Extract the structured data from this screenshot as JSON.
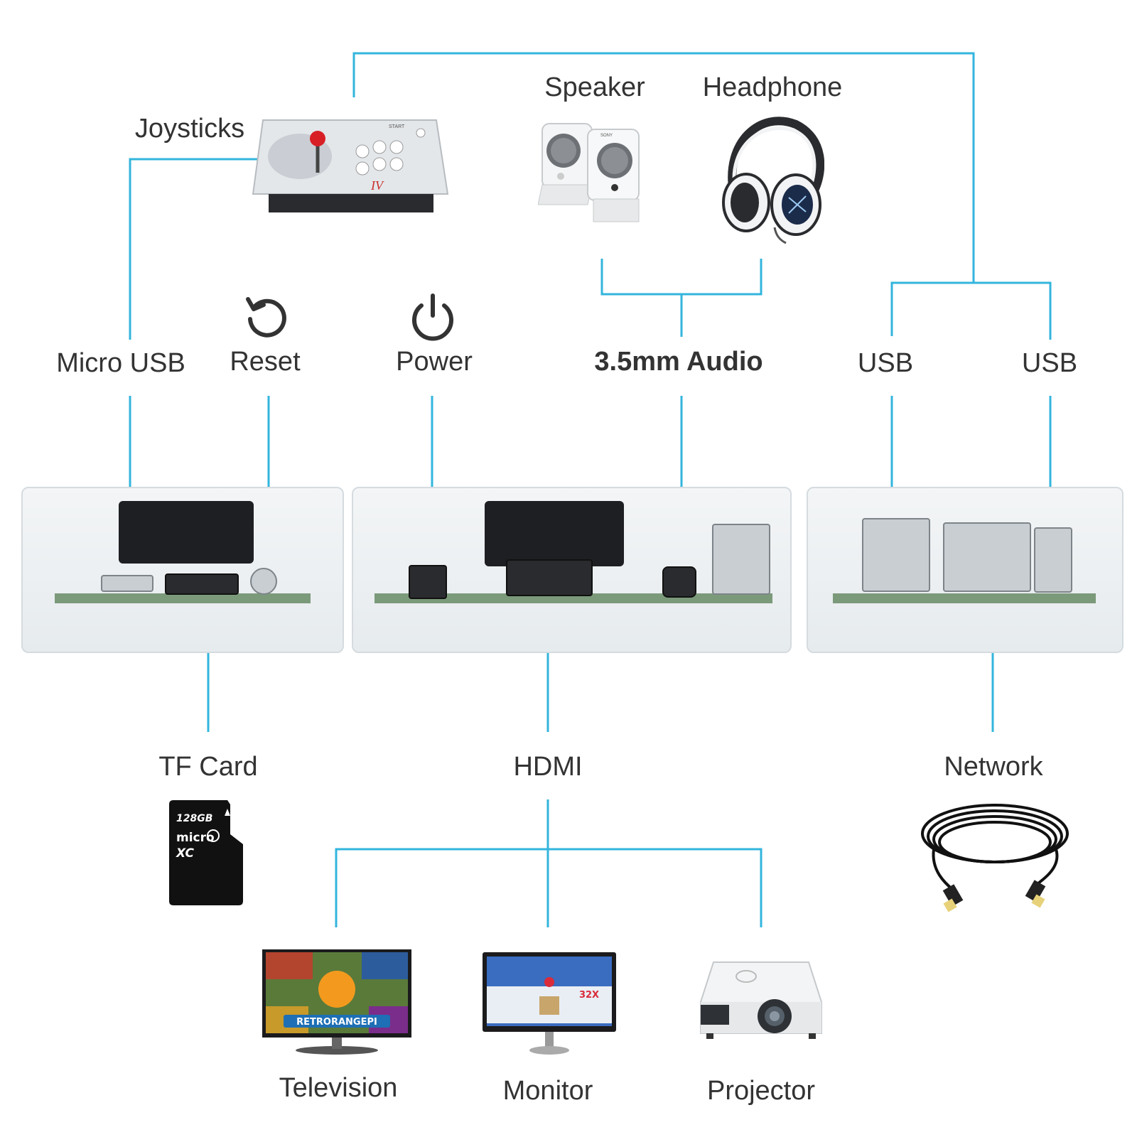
{
  "labels": {
    "joysticks": "Joysticks",
    "speaker": "Speaker",
    "headphone": "Headphone",
    "micro_usb": "Micro USB",
    "reset": "Reset",
    "power": "Power",
    "audio": "3.5mm Audio",
    "usb_1": "USB",
    "usb_2": "USB",
    "tf_card": "TF Card",
    "hdmi": "HDMI",
    "network": "Network",
    "television": "Television",
    "monitor": "Monitor",
    "projector": "Projector"
  },
  "device_text": {
    "sd_capacity": "128GB",
    "sd_brand": "micro",
    "sd_class": "XC",
    "tv_logo": "RETRORANGEPI",
    "monitor_badge": "32X",
    "joystick_button": "START",
    "speaker_brand": "SONY"
  },
  "icons": {
    "reset": "reset-icon",
    "power": "power-icon"
  },
  "colors": {
    "connector_line": "#33b5dd",
    "text": "#333333"
  }
}
